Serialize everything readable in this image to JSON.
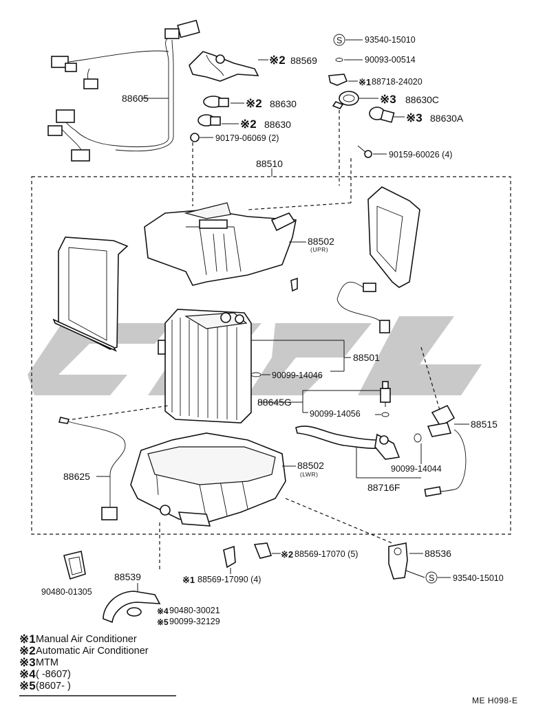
{
  "labels": {
    "p88605": "88605",
    "p88569": "88569",
    "p88630a": "88630",
    "p88630b": "88630",
    "p90179": "90179-06069 (2)",
    "p93540_top": "93540-15010",
    "p90093": "90093-00514",
    "p88718": "88718-24020",
    "p88630C": "88630C",
    "p88630A": "88630A",
    "p90159": "90159-60026 (4)",
    "p88510": "88510",
    "p88502_upr": "88502",
    "p88502_upr_sub": "(UPR)",
    "p88501": "88501",
    "p90099_14046": "90099-14046",
    "p88645G": "88645G",
    "p90099_14056": "90099-14056",
    "p88515": "88515",
    "p90099_14044": "90099-14044",
    "p88716F": "88716F",
    "p88625": "88625",
    "p88502_lwr": "88502",
    "p88502_lwr_sub": "(LWR)",
    "p88536": "88536",
    "p88569_17070": "88569-17070 (5)",
    "p88569_17090": "88569-17090 (4)",
    "p93540_bot": "93540-15010",
    "p90480_01305": "90480-01305",
    "p88539": "88539",
    "p90480_30021": "90480-30021",
    "p90099_32129": "90099-32129"
  },
  "marks": {
    "m2_88569": "※2",
    "m2_88630a": "※2",
    "m2_88630b": "※2",
    "m1_88718": "※1",
    "m3_88630C": "※3",
    "m3_88630A": "※3",
    "m2_88569_17070": "※2",
    "m1_88569_17090": "※1",
    "m4_90480": "※4",
    "m5_90099": "※5",
    "s_top": "S",
    "s_bot": "S"
  },
  "legend": [
    {
      "mark": "※1",
      "text": "Manual Air Conditioner"
    },
    {
      "mark": "※2",
      "text": "Automatic Air Conditioner"
    },
    {
      "mark": "※3",
      "text": "MTM"
    },
    {
      "mark": "※4",
      "text": "(          -8607)"
    },
    {
      "mark": "※5",
      "text": "(8607-          )"
    }
  ],
  "code": "ME  H098-E"
}
